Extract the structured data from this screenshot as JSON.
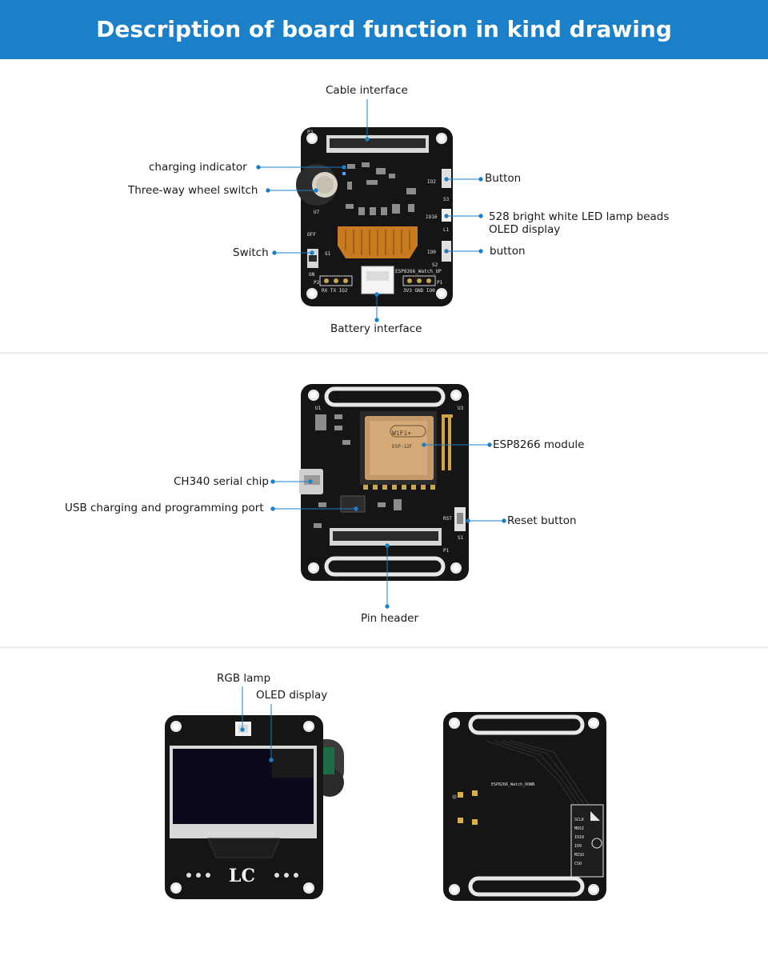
{
  "banner": {
    "title": "Description of board function in kind drawing"
  },
  "accent_color": "#1b80c8",
  "section1": {
    "cable_interface": "Cable interface",
    "charging_indicator": "charging indicator",
    "wheel_switch": "Three-way wheel switch",
    "switch": "Switch",
    "button": "Button",
    "led_line1": "528 bright white LED lamp beads",
    "led_line2": "OLED  display",
    "button2": "button",
    "battery_interface": "Battery interface",
    "silk": {
      "p3": "P3",
      "io2": "IO2",
      "s3": "S3",
      "io16": "IO16",
      "l1": "L1",
      "io0": "IO0",
      "s2": "S2",
      "off": "OFF",
      "s1": "S1",
      "on": "ON",
      "p2": "P2",
      "rx_tx": "RX TX IO2",
      "p1": "P1",
      "pwr": "3V3 GND IO0",
      "board_name": "ESP8266_Watch_UP",
      "u7": "U7"
    }
  },
  "section2": {
    "esp_module": "ESP8266 module",
    "ch340": "CH340 serial chip",
    "usb_port": "USB charging and programming port",
    "reset_button": "Reset button",
    "pin_header": "Pin header",
    "silk": {
      "wifi": "WiFi+",
      "esp": "ESP-12F",
      "rst": "RST",
      "s1": "S1",
      "u3": "U3",
      "u1": "U1",
      "p1": "P1"
    }
  },
  "section3": {
    "rgb_lamp": "RGB lamp",
    "oled_display": "OLED  display",
    "silk": {
      "logo": "LC",
      "board_name": "ESP8266_Watch_DOWN",
      "pins": [
        "SCLK",
        "MOSI",
        "IO10",
        "IO9",
        "MISO",
        "CS0"
      ]
    }
  }
}
